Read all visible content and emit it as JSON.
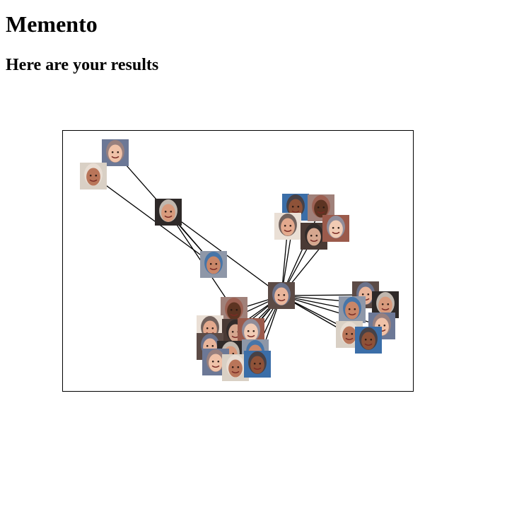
{
  "header": {
    "title": "Memento",
    "subtitle": "Here are your results"
  },
  "graph": {
    "center_node": "center",
    "clusters": [
      "top-left",
      "top-right",
      "right",
      "bottom"
    ],
    "edge_color": "#000000",
    "frame_color": "#000000",
    "face_palette": [
      "#e9b59b",
      "#d89a7c",
      "#c98668",
      "#f0c2a8",
      "#b97559",
      "#8e5238",
      "#5d3422",
      "#e3a98d",
      "#d6a78f",
      "#f1cbb4"
    ],
    "background_palette": [
      "#5c4b46",
      "#2e2928",
      "#8e97a8",
      "#6c7896",
      "#d9d0c5",
      "#3b6ea8",
      "#a0817a",
      "#eadfd5",
      "#4a3a35",
      "#9b5a4b"
    ]
  }
}
